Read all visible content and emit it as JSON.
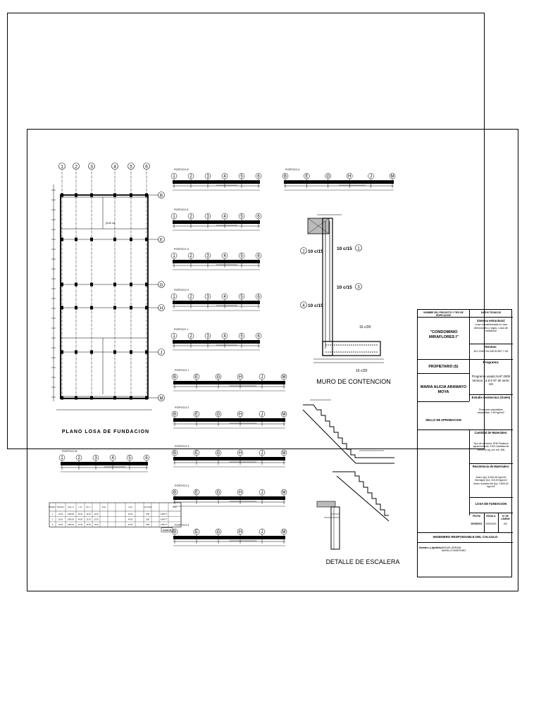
{
  "plan": {
    "title": "PLANO LOSA DE FUNDACION",
    "column_axes": [
      "1",
      "2",
      "3",
      "4",
      "5",
      "6"
    ],
    "row_axes": [
      "B",
      "E",
      "G",
      "H",
      "J",
      "M"
    ],
    "dim_small": "[5.60 m]"
  },
  "porticos_left": [
    "PORTICO B",
    "PORTICO E",
    "PORTICO G",
    "PORTICO H",
    "PORTICO J"
  ],
  "porticos_right": [
    "PORTICO 1",
    "PORTICO 2",
    "PORTICO 3",
    "PORTICO 4",
    "PORTICO 5"
  ],
  "portico_top_right": "PORTICO 6",
  "portico_bottom_left": "PORTICO M",
  "muro": {
    "title": "MURO DE CONTENCION",
    "label_1": "10 c/15",
    "label_2": "10 c/15",
    "label_3": "10 c/15",
    "label_4": "10 c/15",
    "label_5": "16 c/20",
    "label_6": "16 c/20",
    "mark_1": "1",
    "mark_2": "2",
    "mark_3": "3",
    "mark_4": "4"
  },
  "escalera": {
    "title": "DETALLE DE ESCALERA"
  },
  "title_block": {
    "header_left": "NOMBRE DEL PROYECTO Y TIPO DE EDIFICACION",
    "header_right": "DATOS TECNICOS",
    "project_name": "\"CONDOMINIO MIRAFLORES I\"",
    "owner_label": "PROPIETARIO (S)",
    "owner_name": "MARIA ALICIA ARAMAYO MOYA",
    "approval_label": "SELLO DE APROBACION",
    "sistema_title": "Sistema estructural:",
    "sistema_text": "Losa encasetonada en dos direcciones y vigas. Losa de fundacion",
    "normas_title": "Normas:",
    "normas_text": "ACI 318S-05 ASCE/SEI 7-05",
    "programa_title": "Programa:",
    "programa_text": "Programa usado:SAP 2000 Version 14.0.0 Nº de serie: SS",
    "estudio_title": "Estudio Geotecnico (Suelo)",
    "estudio_text": "Presiones admisibles adoptadas: 1.80 kg/cm2",
    "cantidad_title": "Cantidad de Materiales:",
    "cantidad_text": "Tipo de cemento: IP40 Relacion agua/cemento: 0.62 Cantidad de cemento kg. por m3: 356",
    "resistencia_title": "Resistencia de Materiales:",
    "resistencia_text": "Acero (fy): 5.000,00 kg/cm2 Hormigon (fc): 210,00 kg/cm2 Acero soldado fck (fy): 2.800,00 kg/cm2",
    "sheet_title": "LOSA DE FUNDACION",
    "fecha_label": "FECHA",
    "fecha_value": "06/05/2021",
    "escala_label": "ESCALA",
    "escala_value": "INDICADA",
    "lamina_label": "Nº DE LAMINA",
    "lamina_value": "5/6",
    "engineer_title": "INGENIERO RESPONSABLE DEL CALCULO",
    "engineer_label": "Nombre y Apellido:",
    "engineer_name": "MIGUEL ADRIAN MURILLO MARTINEZ"
  },
  "table": {
    "headers": [
      "Planilla n°",
      "Diametro",
      "Long. x1",
      "n. Fe",
      "Nro. 1",
      "Peso",
      "Long",
      "Long Total",
      "Peso"
    ],
    "rows": [
      [
        "1",
        "16.00",
        "2450.00",
        "22.00",
        "12.00",
        "12.00",
        "22.00",
        "5.58",
        "4,900.77"
      ],
      [
        "2",
        "16.00",
        "2450.00",
        "44.00",
        "12.00",
        "12.00",
        "44.00",
        "5.58",
        "4,948.77"
      ],
      [
        "3",
        "16.00",
        "2450.00",
        "22.00",
        "12.00",
        "12.00",
        "22.00",
        "5.58",
        "4,900.77"
      ]
    ],
    "total": "19,690.58"
  }
}
